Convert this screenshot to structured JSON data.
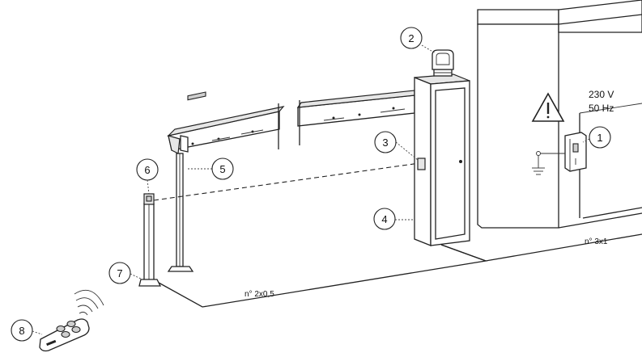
{
  "callouts": [
    {
      "id": "1",
      "label": "1"
    },
    {
      "id": "2",
      "label": "2"
    },
    {
      "id": "3",
      "label": "3"
    },
    {
      "id": "4",
      "label": "4"
    },
    {
      "id": "5",
      "label": "5"
    },
    {
      "id": "6",
      "label": "6"
    },
    {
      "id": "7",
      "label": "7"
    },
    {
      "id": "8",
      "label": "8"
    }
  ],
  "power": {
    "voltage": "230 V",
    "frequency": "50 Hz"
  },
  "cables": {
    "photocell_cable": "n° 2x0,5",
    "mains_cable": "n° 3x1"
  },
  "icons": {
    "warning": "warning-triangle-icon",
    "ground": "ground-symbol-icon"
  }
}
